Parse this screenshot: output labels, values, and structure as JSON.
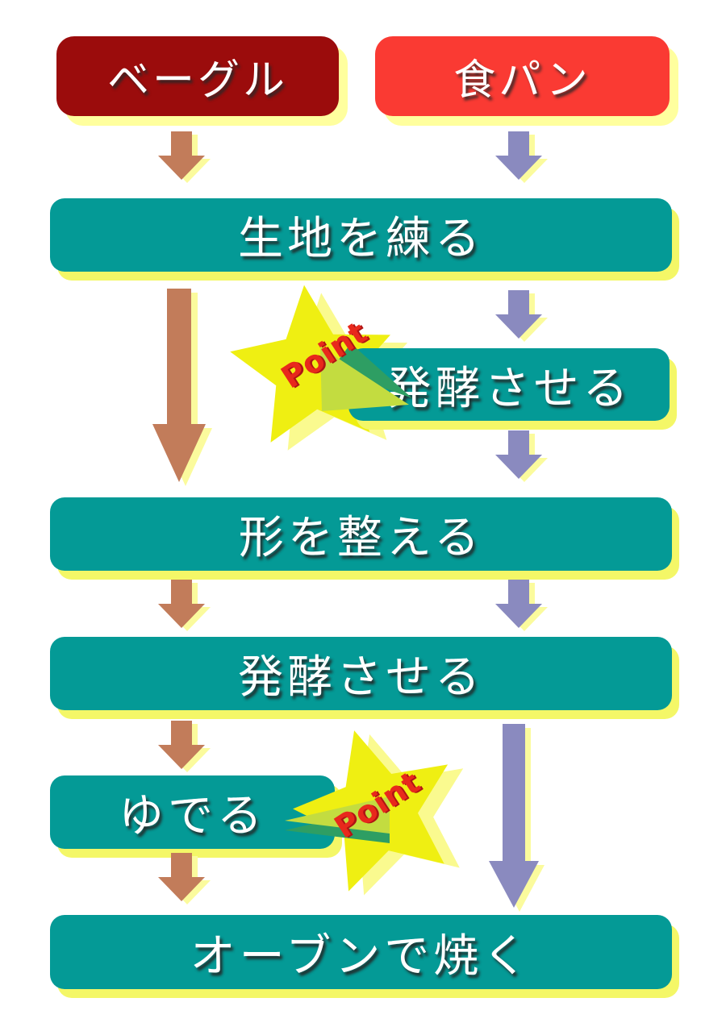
{
  "diagram_type": "flowchart",
  "columns": [
    {
      "id": "bagel",
      "label": "ベーグル"
    },
    {
      "id": "shokupan",
      "label": "食パン"
    }
  ],
  "steps": [
    {
      "id": "knead",
      "label": "生地を練る"
    },
    {
      "id": "ferment-bread",
      "label": "発酵させる"
    },
    {
      "id": "shape",
      "label": "形を整える"
    },
    {
      "id": "ferment-both",
      "label": "発酵させる"
    },
    {
      "id": "boil",
      "label": "ゆでる"
    },
    {
      "id": "bake",
      "label": "オーブンで焼く"
    }
  ],
  "points": [
    {
      "label": "Point",
      "attached_to": "ferment-bread"
    },
    {
      "label": "Point",
      "attached_to": "boil"
    }
  ],
  "palette": {
    "maroon": "#9B0C0C",
    "red": "#FA3A33",
    "teal": "#049A96",
    "box_shadow_yellow": "#F4F767",
    "header_shadow_yellow": "#FFFF9E",
    "arrow_brown": "#C27C5A",
    "arrow_purple": "#8A8ABF",
    "arrow_shadow": "#FBFB9D",
    "star_yellow": "#EFEF12",
    "star_light": "#FAFA8F",
    "point_red": "#E8291C",
    "wedge_light": "#C3DC40",
    "wedge_dark": "#2E9E63",
    "text_white": "#FFFFFF"
  }
}
